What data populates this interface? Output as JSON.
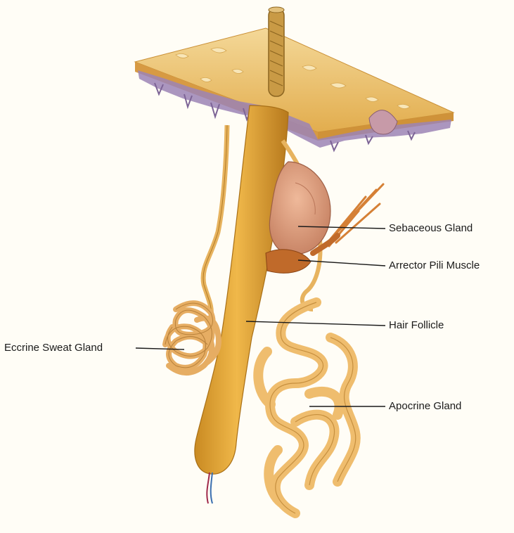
{
  "labels": {
    "sebaceous": "Sebaceous Gland",
    "arrector": "Arrector Pili Muscle",
    "follicle": "Hair Follicle",
    "eccrine": "Eccrine Sweat Gland",
    "apocrine": "Apocrine Gland"
  },
  "colors": {
    "background": "#fffdf6",
    "skin": "#e9b95c",
    "skin_light": "#f3d38e",
    "dermis_edge": "#8a6fa3",
    "follicle": "#e3a43a",
    "follicle_dark": "#b87a1c",
    "gland": "#e9b76a",
    "sebaceous": "#d99a7a",
    "muscle": "#c9732e",
    "line": "#1a1a1a"
  }
}
